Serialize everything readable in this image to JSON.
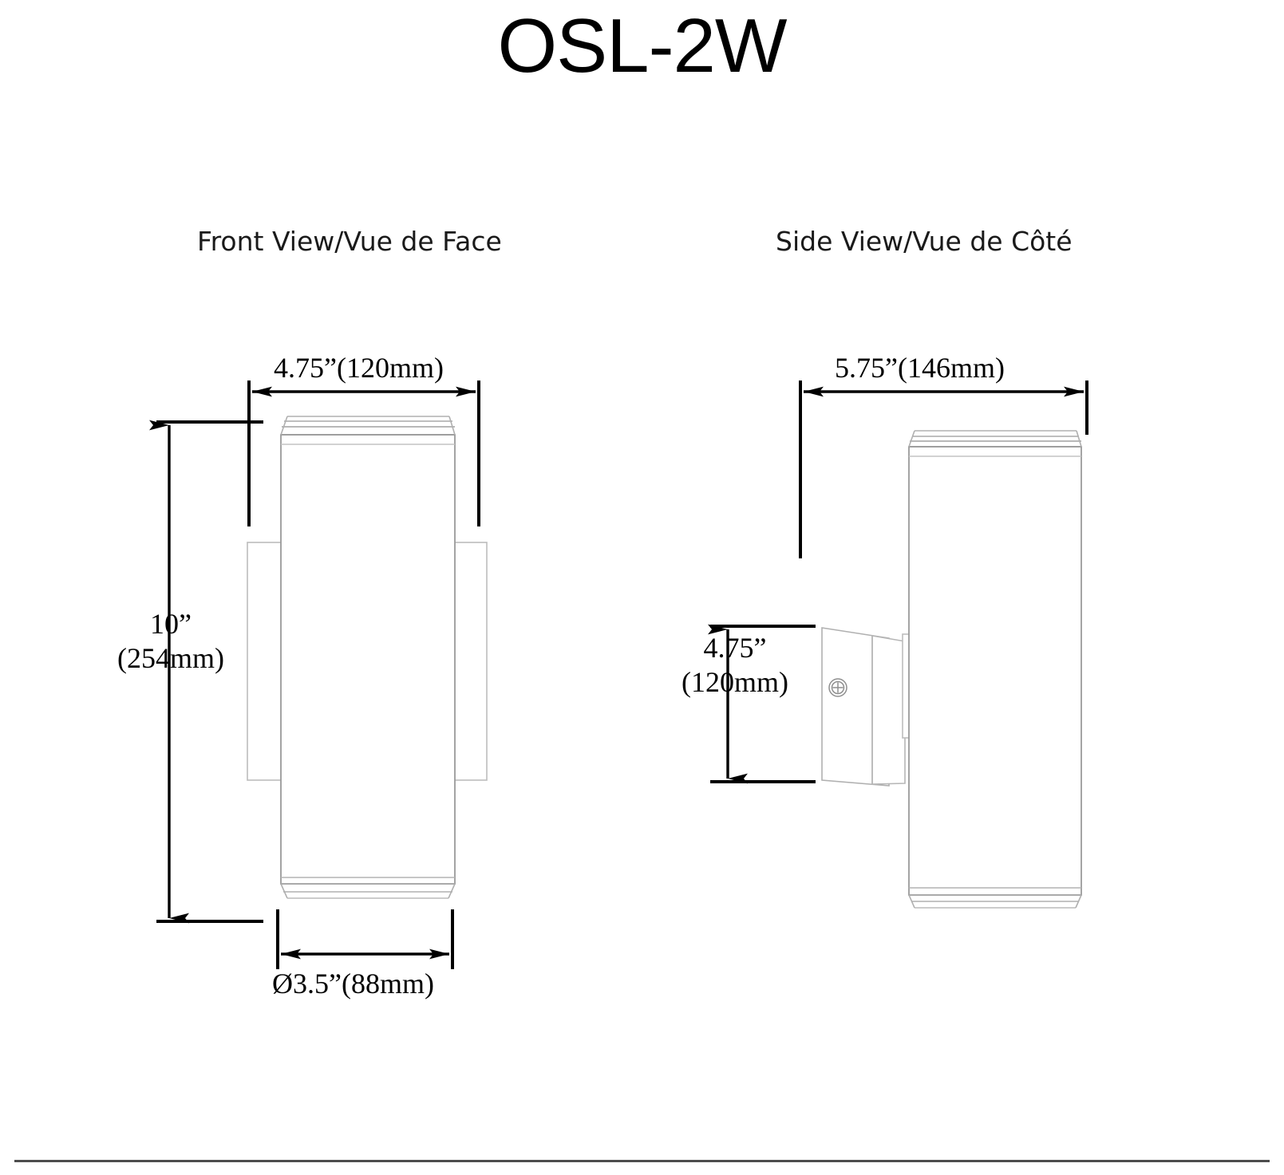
{
  "document": {
    "title": "OSL-2W",
    "kind": "dimension-drawing"
  },
  "views": [
    {
      "id": "front",
      "label": "Front View/Vue de Face"
    },
    {
      "id": "side",
      "label": "Side View/Vue de Côté"
    }
  ],
  "dimensions": {
    "front_width": "4.75”(120mm)",
    "front_height_in": "10”",
    "front_height_mm": "(254mm)",
    "front_diameter": "Ø3.5”(88mm)",
    "side_depth": "5.75”(146mm)",
    "side_height_in": "4.75”",
    "side_height_mm": "(120mm)"
  },
  "colors": {
    "ink": "#000000",
    "outline": "#9a9a9a",
    "outline_light": "#bcbcbc",
    "rule": "#4d4d4d",
    "paper": "#ffffff"
  },
  "icons": {
    "mounting_screw": "phillips-screw-icon"
  }
}
